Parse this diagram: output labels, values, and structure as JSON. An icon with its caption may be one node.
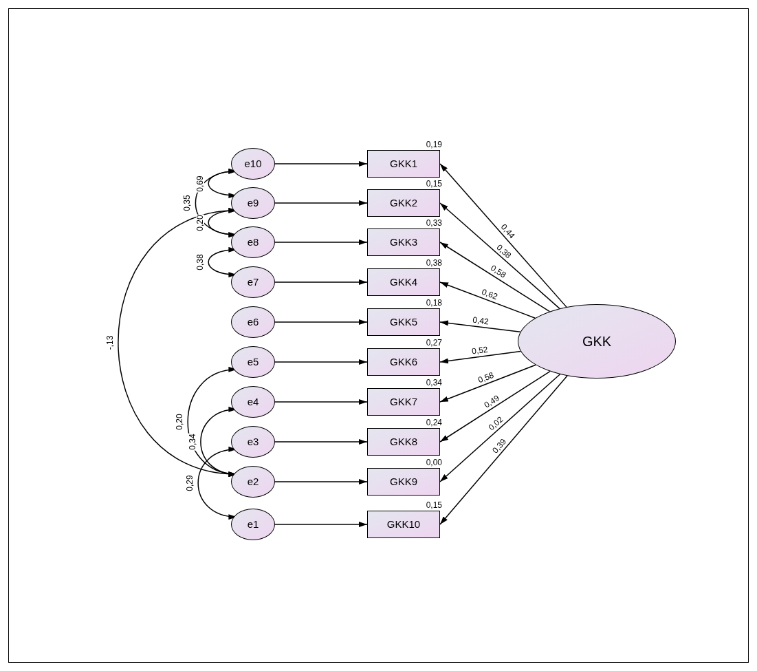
{
  "diagram": {
    "nodes": [
      {
        "text": [
          "e10"
        ]
      },
      {
        "text": [
          "e9"
        ]
      },
      {
        "text": [
          "e8"
        ]
      },
      {
        "text": [
          "e7"
        ]
      },
      {
        "text": [
          "e6"
        ]
      },
      {
        "text": [
          "e5"
        ]
      },
      {
        "text": [
          "e4"
        ]
      },
      {
        "text": [
          "e3"
        ]
      },
      {
        "text": [
          "e2"
        ]
      },
      {
        "text": [
          "e1"
        ]
      },
      {
        "text": [
          "GKK1"
        ],
        "beside": [
          "0,19"
        ]
      },
      {
        "text": [
          "GKK2"
        ],
        "beside": [
          "0,15"
        ]
      },
      {
        "text": [
          "GKK3"
        ],
        "beside": [
          "0,33"
        ]
      },
      {
        "text": [
          "GKK4"
        ],
        "beside": [
          "0,38"
        ]
      },
      {
        "text": [
          "GKK5"
        ],
        "beside": [
          "0,18"
        ]
      },
      {
        "text": [
          "GKK6"
        ],
        "beside": [
          "0,27"
        ]
      },
      {
        "text": [
          "GKK7"
        ],
        "beside": [
          "0,34"
        ]
      },
      {
        "text": [
          "GKK8"
        ],
        "beside": [
          "0,24"
        ]
      },
      {
        "text": [
          "GKK9"
        ],
        "beside": [
          "0,00"
        ]
      },
      {
        "text": [
          "GKK10"
        ],
        "beside": [
          "0,15"
        ]
      },
      {
        "text": [
          "GKK"
        ]
      }
    ],
    "edges": [
      {
        "from": 0,
        "to": 10,
        "arrow": "to"
      },
      {
        "from": 1,
        "to": 11,
        "arrow": "to"
      },
      {
        "from": 2,
        "to": 12,
        "arrow": "to"
      },
      {
        "from": 3,
        "to": 13,
        "arrow": "to"
      },
      {
        "from": 4,
        "to": 14,
        "arrow": "to"
      },
      {
        "from": 5,
        "to": 15,
        "arrow": "to"
      },
      {
        "from": 6,
        "to": 16,
        "arrow": "to"
      },
      {
        "from": 7,
        "to": 17,
        "arrow": "to"
      },
      {
        "from": 8,
        "to": 18,
        "arrow": "to"
      },
      {
        "from": 9,
        "to": 19,
        "arrow": "to"
      },
      {
        "from": 20,
        "to": 10,
        "arrow": "to",
        "label": "0,44"
      },
      {
        "from": 20,
        "to": 11,
        "arrow": "to",
        "label": "0,38"
      },
      {
        "from": 20,
        "to": 12,
        "arrow": "to",
        "label": "0,58"
      },
      {
        "from": 20,
        "to": 13,
        "arrow": "to",
        "label": "0,62"
      },
      {
        "from": 20,
        "to": 14,
        "arrow": "to",
        "label": "0,42"
      },
      {
        "from": 20,
        "to": 15,
        "arrow": "to",
        "label": "0,52"
      },
      {
        "from": 20,
        "to": 16,
        "arrow": "to",
        "label": "0,58"
      },
      {
        "from": 20,
        "to": 17,
        "arrow": "to",
        "label": "0,49"
      },
      {
        "from": 20,
        "to": 18,
        "arrow": "to",
        "label": "0,02"
      },
      {
        "from": 20,
        "to": 19,
        "arrow": "to",
        "label": "0,39"
      },
      {
        "from": 0,
        "to": 1,
        "arrow": "both",
        "label": "0,69"
      },
      {
        "from": 0,
        "to": 2,
        "arrow": "both",
        "label": "0,35"
      },
      {
        "from": 1,
        "to": 2,
        "arrow": "both",
        "label": "0,20"
      },
      {
        "from": 2,
        "to": 3,
        "arrow": "both",
        "label": "0,38"
      },
      {
        "from": 1,
        "to": 8,
        "arrow": "both",
        "label": "-,13"
      },
      {
        "from": 5,
        "to": 8,
        "arrow": "both",
        "label": "0,20"
      },
      {
        "from": 6,
        "to": 8,
        "arrow": "both",
        "label": "0,34"
      },
      {
        "from": 7,
        "to": 9,
        "arrow": "both",
        "label": "0,29"
      }
    ]
  }
}
